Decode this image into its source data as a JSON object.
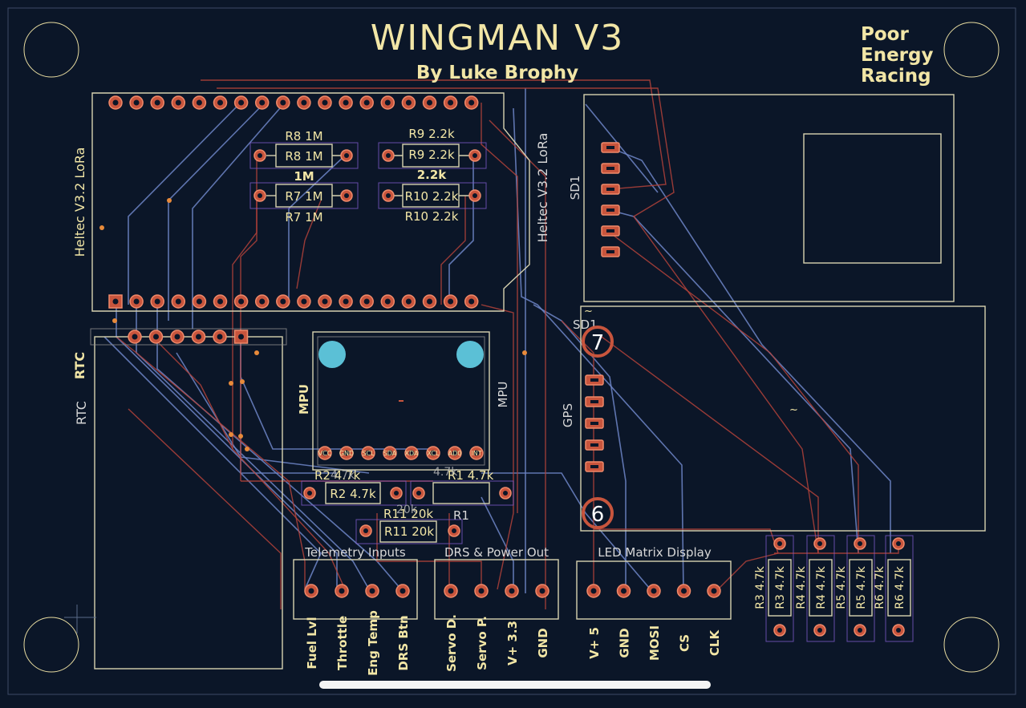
{
  "board": {
    "title": "WINGMAN V3",
    "author": "By Luke Brophy",
    "team_line1": "Poor",
    "team_line2": "Energy",
    "team_line3": "Racing"
  },
  "modules": {
    "heltec_left": "Heltec V3.2 LoRa",
    "heltec_right": "Heltec V3.2 LoRa",
    "sd_label": "SD1",
    "sd_label2": "SD1",
    "gps_label": "GPS",
    "gps_pin_top": "7",
    "gps_pin_bottom": "6",
    "rtc_label1": "RTC",
    "rtc_label2": "RTC",
    "mpu_label1": "MPU",
    "mpu_label2": "MPU",
    "mpu_pins": [
      "VCC",
      "GND",
      "SCL",
      "SDA",
      "XDA",
      "XCL",
      "AD0",
      "INT"
    ],
    "tilde_top": "~",
    "tilde_mid": "~"
  },
  "resistors": {
    "r8_ref": "R8 1M",
    "r8_val": "R8 1M",
    "r8_extra": "1M",
    "r7_ref": "R7 1M",
    "r7_val": "R7 1M",
    "r9_ref": "R9 2.2k",
    "r9_val": "R9 2.2k",
    "r9_extra": "2.2k",
    "r10_ref": "R10 2.2k",
    "r10_val": "R10 2.2k",
    "r2_ref": "R2 4.7k",
    "r2_val": "R2 4.7k",
    "r2_ghost": "4.7k",
    "r1_ref": "R1 4.7k",
    "r1_ghost": "4.7k",
    "r1_lbl": "R1",
    "r11_ref": "R11 20k",
    "r11_val": "R11 20k",
    "r11_ghost": "20k",
    "r3_val": "R3 4.7k",
    "r3_ref": "R3 4.7k",
    "r4_val": "R4 4.7k",
    "r4_ref": "R4 4.7k",
    "r5_val": "R5 4.7k",
    "r5_ref": "R5 4.7k",
    "r6_val": "R6 4.7k",
    "r6_ref": "R6 4.7k"
  },
  "connectors": {
    "telemetry_title": "Telemetry Inputs",
    "telemetry_pins": [
      "Fuel Lvl",
      "Throttle",
      "Eng Temp",
      "DRS Btn"
    ],
    "drs_title": "DRS & Power Out",
    "drs_pins": [
      "Servo D.",
      "Servo P.",
      "V+ 3.3",
      "GND"
    ],
    "led_title": "LED Matrix Display",
    "led_pins": [
      "V+ 5",
      "GND",
      "MOSI",
      "CS",
      "CLK"
    ]
  },
  "colors": {
    "board_bg": "#0b1628",
    "silkscreen": "#f2e6a6",
    "pad": "#c8553d",
    "front_trace": "#b3423a",
    "back_trace": "#6f86c8",
    "mount_marker": "#5bc0d6"
  }
}
